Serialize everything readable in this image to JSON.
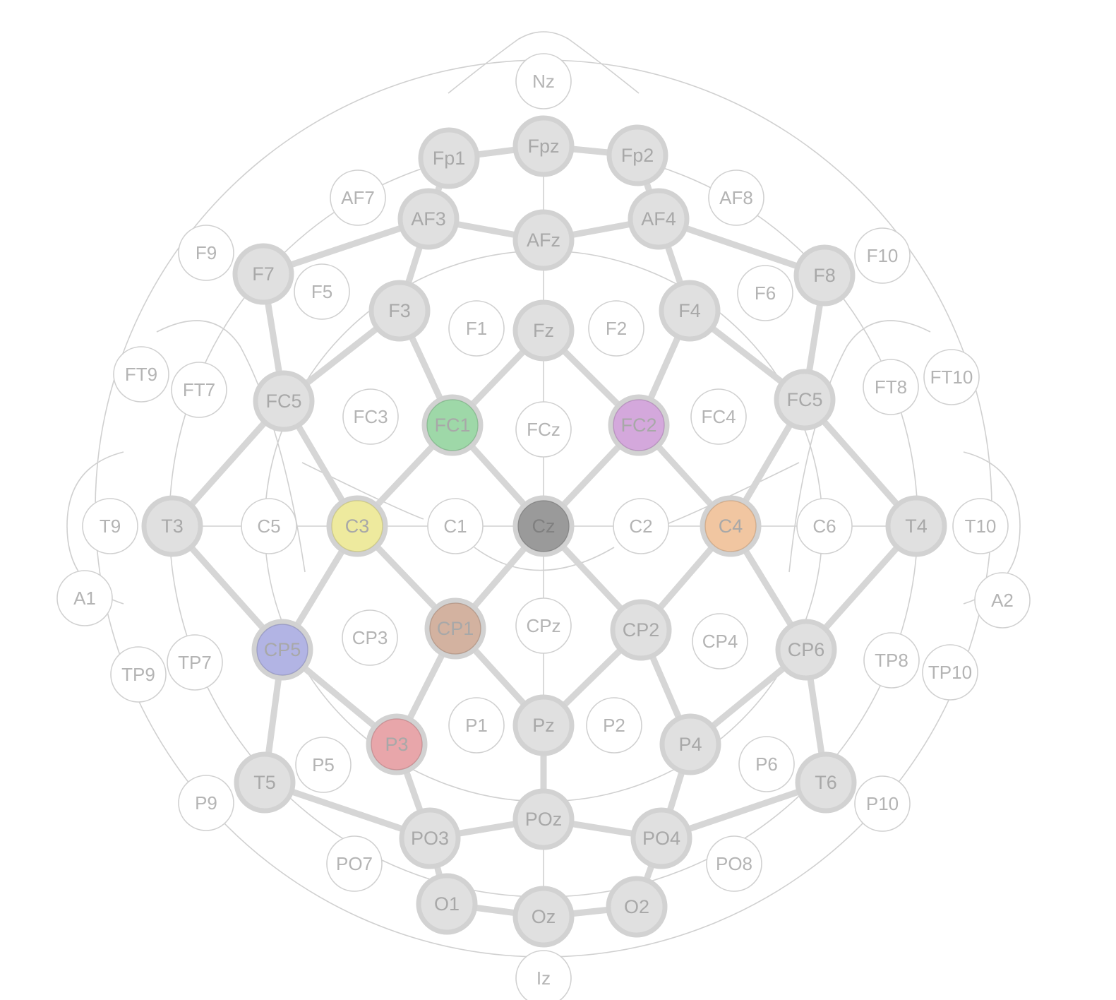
{
  "electrodes": [
    {
      "id": "Nz",
      "label": "Nz",
      "group": "secondary"
    },
    {
      "id": "Fpz",
      "label": "Fpz",
      "group": "primary"
    },
    {
      "id": "Fp1",
      "label": "Fp1",
      "group": "primary"
    },
    {
      "id": "Fp2",
      "label": "Fp2",
      "group": "primary"
    },
    {
      "id": "AF7",
      "label": "AF7",
      "group": "secondary"
    },
    {
      "id": "AF3",
      "label": "AF3",
      "group": "primary"
    },
    {
      "id": "AFz",
      "label": "AFz",
      "group": "primary"
    },
    {
      "id": "AF4",
      "label": "AF4",
      "group": "primary"
    },
    {
      "id": "AF8",
      "label": "AF8",
      "group": "secondary"
    },
    {
      "id": "F9",
      "label": "F9",
      "group": "secondary"
    },
    {
      "id": "F7",
      "label": "F7",
      "group": "primary"
    },
    {
      "id": "F5",
      "label": "F5",
      "group": "secondary"
    },
    {
      "id": "F3",
      "label": "F3",
      "group": "primary"
    },
    {
      "id": "F1",
      "label": "F1",
      "group": "secondary"
    },
    {
      "id": "Fz",
      "label": "Fz",
      "group": "primary"
    },
    {
      "id": "F2",
      "label": "F2",
      "group": "secondary"
    },
    {
      "id": "F4",
      "label": "F4",
      "group": "primary"
    },
    {
      "id": "F6",
      "label": "F6",
      "group": "secondary"
    },
    {
      "id": "F8",
      "label": "F8",
      "group": "primary"
    },
    {
      "id": "F10",
      "label": "F10",
      "group": "secondary"
    },
    {
      "id": "FT9",
      "label": "FT9",
      "group": "secondary"
    },
    {
      "id": "FT7",
      "label": "FT7",
      "group": "secondary"
    },
    {
      "id": "FC5L",
      "label": "FC5",
      "group": "primary"
    },
    {
      "id": "FC3",
      "label": "FC3",
      "group": "secondary"
    },
    {
      "id": "FC1",
      "label": "FC1",
      "group": "highlight",
      "color": "#9ed8a8"
    },
    {
      "id": "FCz",
      "label": "FCz",
      "group": "secondary"
    },
    {
      "id": "FC2",
      "label": "FC2",
      "group": "highlight",
      "color": "#d4a8dc"
    },
    {
      "id": "FC4",
      "label": "FC4",
      "group": "secondary"
    },
    {
      "id": "FC5R",
      "label": "FC5",
      "group": "primary"
    },
    {
      "id": "FT8",
      "label": "FT8",
      "group": "secondary"
    },
    {
      "id": "FT10",
      "label": "FT10",
      "group": "secondary"
    },
    {
      "id": "T9",
      "label": "T9",
      "group": "secondary"
    },
    {
      "id": "T3",
      "label": "T3",
      "group": "primary"
    },
    {
      "id": "C5",
      "label": "C5",
      "group": "secondary"
    },
    {
      "id": "C3",
      "label": "C3",
      "group": "highlight",
      "color": "#eeea9e"
    },
    {
      "id": "C1",
      "label": "C1",
      "group": "secondary"
    },
    {
      "id": "Cz",
      "label": "Cz",
      "group": "highlight",
      "color": "#9a9a9a"
    },
    {
      "id": "C2",
      "label": "C2",
      "group": "secondary"
    },
    {
      "id": "C4",
      "label": "C4",
      "group": "highlight",
      "color": "#f1c6a1"
    },
    {
      "id": "C6",
      "label": "C6",
      "group": "secondary"
    },
    {
      "id": "T4",
      "label": "T4",
      "group": "primary"
    },
    {
      "id": "T10",
      "label": "T10",
      "group": "secondary"
    },
    {
      "id": "A1",
      "label": "A1",
      "group": "secondary"
    },
    {
      "id": "A2",
      "label": "A2",
      "group": "secondary"
    },
    {
      "id": "TP9",
      "label": "TP9",
      "group": "secondary"
    },
    {
      "id": "TP7",
      "label": "TP7",
      "group": "secondary"
    },
    {
      "id": "CP5",
      "label": "CP5",
      "group": "highlight",
      "color": "#b2b4e4"
    },
    {
      "id": "CP3",
      "label": "CP3",
      "group": "secondary"
    },
    {
      "id": "CP1",
      "label": "CP1",
      "group": "highlight",
      "color": "#d3b2a0"
    },
    {
      "id": "CPz",
      "label": "CPz",
      "group": "secondary"
    },
    {
      "id": "CP2",
      "label": "CP2",
      "group": "primary"
    },
    {
      "id": "CP4",
      "label": "CP4",
      "group": "secondary"
    },
    {
      "id": "CP6",
      "label": "CP6",
      "group": "primary"
    },
    {
      "id": "TP8",
      "label": "TP8",
      "group": "secondary"
    },
    {
      "id": "TP10",
      "label": "TP10",
      "group": "secondary"
    },
    {
      "id": "P1",
      "label": "P1",
      "group": "secondary"
    },
    {
      "id": "Pz",
      "label": "Pz",
      "group": "primary"
    },
    {
      "id": "P2",
      "label": "P2",
      "group": "secondary"
    },
    {
      "id": "P3",
      "label": "P3",
      "group": "highlight",
      "color": "#e8a6aa"
    },
    {
      "id": "P4",
      "label": "P4",
      "group": "primary"
    },
    {
      "id": "P5",
      "label": "P5",
      "group": "secondary"
    },
    {
      "id": "P6",
      "label": "P6",
      "group": "secondary"
    },
    {
      "id": "T5",
      "label": "T5",
      "group": "primary"
    },
    {
      "id": "T6",
      "label": "T6",
      "group": "primary"
    },
    {
      "id": "P9",
      "label": "P9",
      "group": "secondary"
    },
    {
      "id": "P10",
      "label": "P10",
      "group": "secondary"
    },
    {
      "id": "PO7",
      "label": "PO7",
      "group": "secondary"
    },
    {
      "id": "PO3",
      "label": "PO3",
      "group": "primary"
    },
    {
      "id": "POz",
      "label": "POz",
      "group": "primary"
    },
    {
      "id": "PO4",
      "label": "PO4",
      "group": "primary"
    },
    {
      "id": "PO8",
      "label": "PO8",
      "group": "secondary"
    },
    {
      "id": "O1",
      "label": "O1",
      "group": "primary"
    },
    {
      "id": "Oz",
      "label": "Oz",
      "group": "primary"
    },
    {
      "id": "O2",
      "label": "O2",
      "group": "primary"
    },
    {
      "id": "Iz",
      "label": "Iz",
      "group": "secondary"
    }
  ],
  "thick_connections": [
    [
      "Fp1",
      "Fpz"
    ],
    [
      "Fpz",
      "Fp2"
    ],
    [
      "Fp1",
      "AF3"
    ],
    [
      "Fp2",
      "AF4"
    ],
    [
      "F7",
      "AF3"
    ],
    [
      "AF3",
      "AFz"
    ],
    [
      "AFz",
      "AF4"
    ],
    [
      "AF4",
      "F8"
    ],
    [
      "AF3",
      "F3"
    ],
    [
      "AF4",
      "F4"
    ],
    [
      "F7",
      "FC5L"
    ],
    [
      "F8",
      "FC5R"
    ],
    [
      "F3",
      "FC5L"
    ],
    [
      "F3",
      "FC1"
    ],
    [
      "Fz",
      "FC1"
    ],
    [
      "Fz",
      "FC2"
    ],
    [
      "F4",
      "FC2"
    ],
    [
      "F4",
      "FC5R"
    ],
    [
      "FC5L",
      "T3"
    ],
    [
      "FC5L",
      "C3"
    ],
    [
      "FC1",
      "C3"
    ],
    [
      "FC1",
      "Cz"
    ],
    [
      "FC2",
      "Cz"
    ],
    [
      "FC2",
      "C4"
    ],
    [
      "FC5R",
      "C4"
    ],
    [
      "FC5R",
      "T4"
    ],
    [
      "T3",
      "CP5"
    ],
    [
      "C3",
      "CP5"
    ],
    [
      "C3",
      "CP1"
    ],
    [
      "Cz",
      "CP1"
    ],
    [
      "Cz",
      "CP2"
    ],
    [
      "C4",
      "CP2"
    ],
    [
      "C4",
      "CP6"
    ],
    [
      "T4",
      "CP6"
    ],
    [
      "CP5",
      "P3"
    ],
    [
      "CP5",
      "T5"
    ],
    [
      "CP1",
      "P3"
    ],
    [
      "CP1",
      "Pz"
    ],
    [
      "CP2",
      "Pz"
    ],
    [
      "CP2",
      "P4"
    ],
    [
      "CP6",
      "P4"
    ],
    [
      "CP6",
      "T6"
    ],
    [
      "P3",
      "PO3"
    ],
    [
      "P4",
      "PO4"
    ],
    [
      "Pz",
      "POz"
    ],
    [
      "T5",
      "PO3"
    ],
    [
      "PO3",
      "POz"
    ],
    [
      "POz",
      "PO4"
    ],
    [
      "PO4",
      "T6"
    ],
    [
      "PO3",
      "O1"
    ],
    [
      "PO4",
      "O2"
    ],
    [
      "O1",
      "Oz"
    ],
    [
      "Oz",
      "O2"
    ]
  ],
  "thin_connections": [
    [
      "Fpz",
      "AFz"
    ],
    [
      "AFz",
      "Fz"
    ],
    [
      "Fz",
      "FCz"
    ],
    [
      "FCz",
      "Cz"
    ],
    [
      "Cz",
      "CPz"
    ],
    [
      "CPz",
      "Pz"
    ],
    [
      "POz",
      "Oz"
    ],
    [
      "T3",
      "C5"
    ],
    [
      "C5",
      "C3"
    ],
    [
      "C3",
      "C1"
    ],
    [
      "C1",
      "Cz"
    ],
    [
      "Cz",
      "C2"
    ],
    [
      "C2",
      "C4"
    ],
    [
      "C4",
      "C6"
    ],
    [
      "C6",
      "T4"
    ]
  ]
}
